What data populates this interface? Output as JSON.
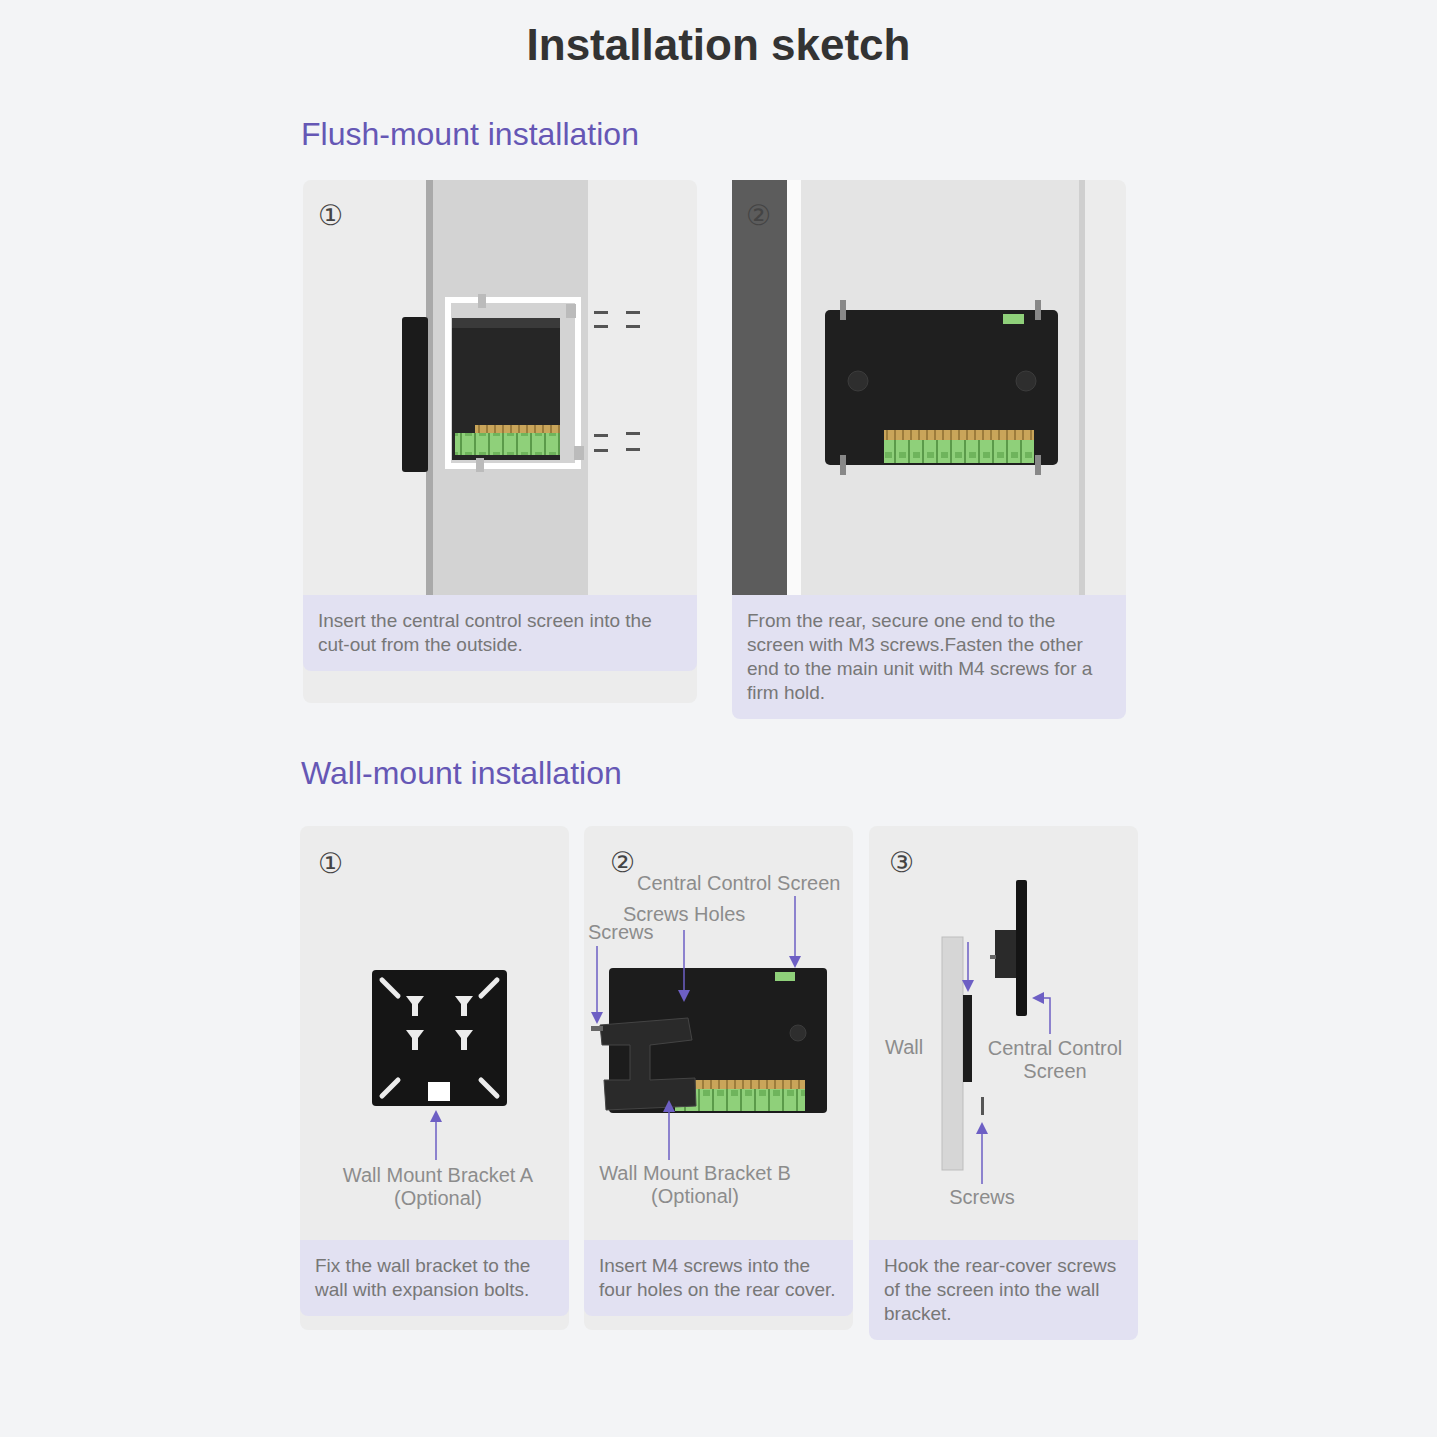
{
  "diagram": {
    "title": "Installation sketch",
    "nodes": [
      {
        "text": [
          "Insert the central control screen into the cut-out from the outside."
        ]
      },
      {
        "text": [
          "From the rear, secure one end to the screen with M3 screws.Fasten the other end to the main unit with M4 screws for a firm hold."
        ]
      },
      {
        "text": [
          "Fix the wall bracket to the wall with expansion bolts."
        ]
      },
      {
        "text": [
          "Insert M4 screws into the four holes on the rear cover."
        ]
      },
      {
        "text": [
          "Hook the rear-cover screws of the screen into the wall bracket."
        ]
      }
    ],
    "labels": [
      "Flush-mount installation",
      "①",
      "②",
      "Wall-mount installation",
      "①",
      "Wall Mount Bracket A (Optional)",
      "②",
      "Central Control Screen",
      "Screws Holes",
      "Screws",
      "Wall Mount Bracket B (Optional)",
      "③",
      "Wall",
      "Central Control Screen",
      "Screws"
    ]
  }
}
